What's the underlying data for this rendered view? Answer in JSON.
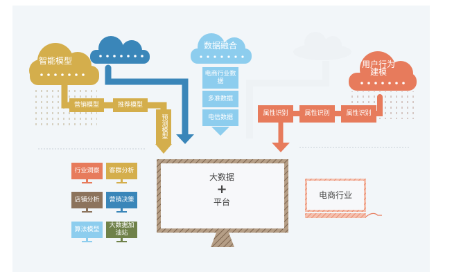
{
  "colors": {
    "yellow": "#d4ae4c",
    "blue": "#3a86b9",
    "lightblue": "#8dcdee",
    "orange": "#e77b5c",
    "brown": "#8c735c",
    "olive": "#6f8149",
    "background": "#f2f6f9"
  },
  "clouds": {
    "smart_model": "智能模型",
    "data_fusion": "数据融合",
    "user_behavior": "用户行为建模"
  },
  "yellow_flow": [
    "营销模型",
    "推荐模型",
    "预测模型"
  ],
  "data_column": [
    "电商行业数据",
    "多准数据",
    "电信数据"
  ],
  "orange_flow": [
    "属性识别",
    "属性识别",
    "属性识别"
  ],
  "platform": {
    "line1": "大数据",
    "plus": "+",
    "line2": "平台"
  },
  "ecommerce": "电商行业",
  "apps": [
    {
      "label": "行业洞察",
      "color": "#e77b5c"
    },
    {
      "label": "客群分析",
      "color": "#d4ae4c"
    },
    {
      "label": "店铺分析",
      "color": "#8c735c"
    },
    {
      "label": "营销决策",
      "color": "#3a86b9"
    },
    {
      "label": "算法模型",
      "color": "#8dcdee"
    },
    {
      "label": "大数据加油站",
      "color": "#6f8149"
    }
  ]
}
